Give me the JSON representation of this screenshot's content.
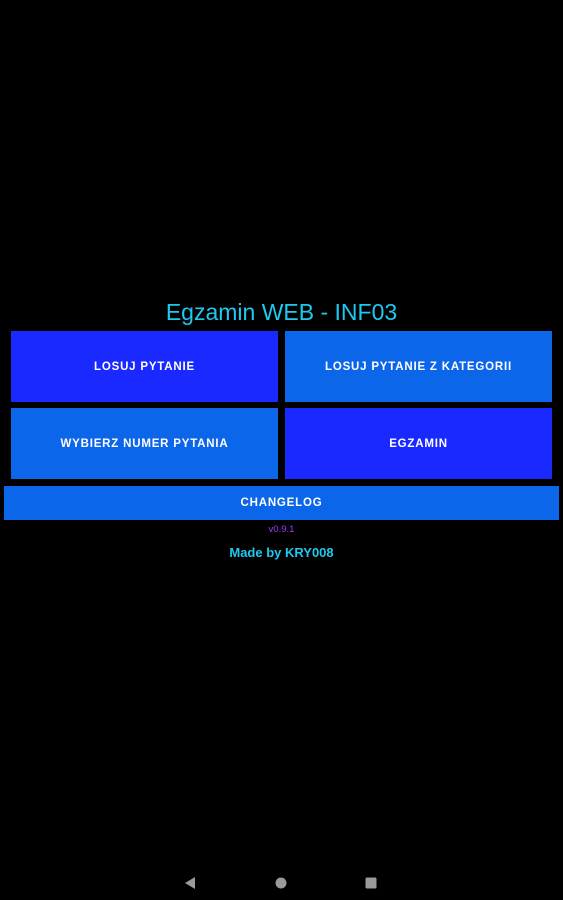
{
  "header": {
    "title": "Egzamin WEB - INF03"
  },
  "menu": {
    "random_question": "LOSUJ PYTANIE",
    "random_question_category": "LOSUJ PYTANIE Z KATEGORII",
    "choose_question_number": "WYBIERZ NUMER PYTANIA",
    "exam": "EGZAMIN",
    "changelog": "CHANGELOG"
  },
  "footer": {
    "version": "v0.9.1",
    "credits": "Made by KRY008"
  },
  "colors": {
    "background": "#000000",
    "title": "#1ec8f0",
    "button_primary": "#1929ff",
    "button_secondary": "#0c66ea",
    "version": "#9a3bff"
  },
  "system_nav": {
    "icons": [
      "back-icon",
      "home-icon",
      "recents-icon"
    ]
  }
}
